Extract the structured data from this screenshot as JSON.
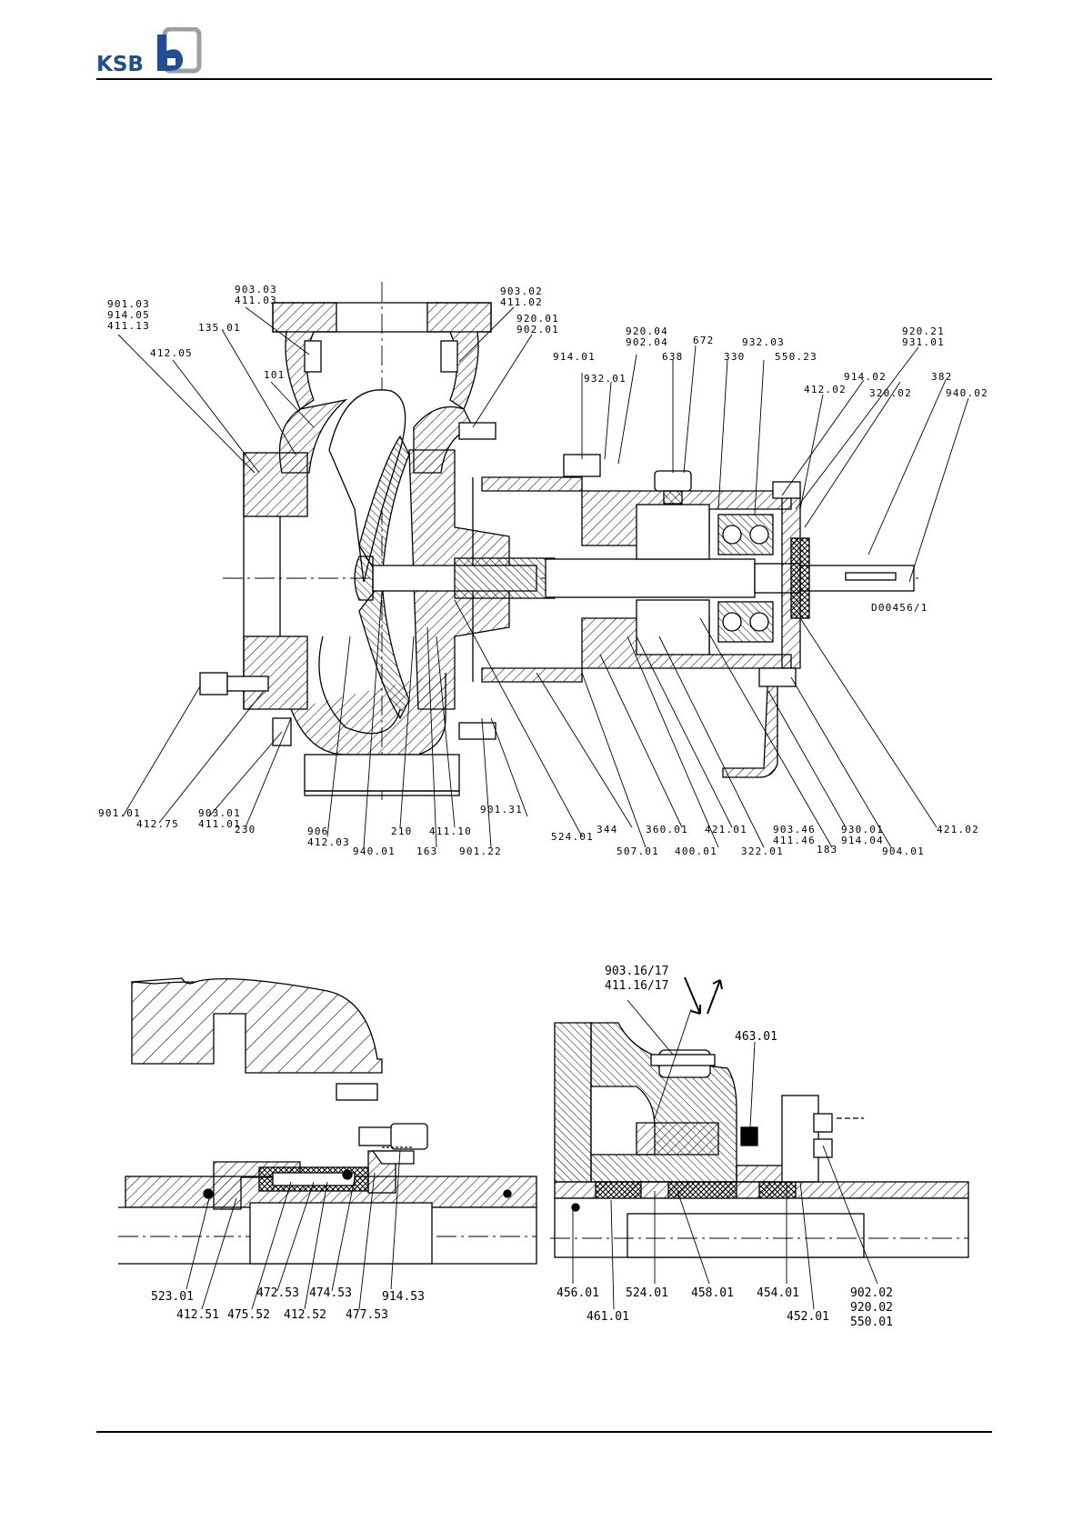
{
  "brand": {
    "name": "KSB",
    "color": "#1d4e96"
  },
  "main_drawing": {
    "code": "D00456/1",
    "labels": [
      {
        "id": "l-901-03",
        "text": "901.03"
      },
      {
        "id": "l-914-05",
        "text": "914.05"
      },
      {
        "id": "l-411-13",
        "text": "411.13"
      },
      {
        "id": "l-903-03",
        "text": "903.03"
      },
      {
        "id": "l-411-03",
        "text": "411.03"
      },
      {
        "id": "l-135-01",
        "text": "135.01"
      },
      {
        "id": "l-412-05",
        "text": "412.05"
      },
      {
        "id": "l-101",
        "text": "101"
      },
      {
        "id": "l-903-02",
        "text": "903.02"
      },
      {
        "id": "l-411-02",
        "text": "411.02"
      },
      {
        "id": "l-920-01",
        "text": "920.01"
      },
      {
        "id": "l-902-01",
        "text": "902.01"
      },
      {
        "id": "l-920-04",
        "text": "920.04"
      },
      {
        "id": "l-902-04",
        "text": "902.04"
      },
      {
        "id": "l-672",
        "text": "672"
      },
      {
        "id": "l-914-01",
        "text": "914.01"
      },
      {
        "id": "l-638",
        "text": "638"
      },
      {
        "id": "l-330",
        "text": "330"
      },
      {
        "id": "l-932-03",
        "text": "932.03"
      },
      {
        "id": "l-550-23",
        "text": "550.23"
      },
      {
        "id": "l-932-01",
        "text": "932.01"
      },
      {
        "id": "l-920-21",
        "text": "920.21"
      },
      {
        "id": "l-931-01",
        "text": "931.01"
      },
      {
        "id": "l-914-02",
        "text": "914.02"
      },
      {
        "id": "l-382",
        "text": "382"
      },
      {
        "id": "l-412-02",
        "text": "412.02"
      },
      {
        "id": "l-320-02",
        "text": "320.02"
      },
      {
        "id": "l-940-02",
        "text": "940.02"
      },
      {
        "id": "l-901-01",
        "text": "901.01"
      },
      {
        "id": "l-412-75",
        "text": "412.75"
      },
      {
        "id": "l-903-01",
        "text": "903.01"
      },
      {
        "id": "l-411-01",
        "text": "411.01"
      },
      {
        "id": "l-230",
        "text": "230"
      },
      {
        "id": "l-906",
        "text": "906"
      },
      {
        "id": "l-412-03",
        "text": "412.03"
      },
      {
        "id": "l-940-01",
        "text": "940.01"
      },
      {
        "id": "l-210",
        "text": "210"
      },
      {
        "id": "l-163",
        "text": "163"
      },
      {
        "id": "l-411-10",
        "text": "411.10"
      },
      {
        "id": "l-901-22",
        "text": "901.22"
      },
      {
        "id": "l-901-31",
        "text": "901.31"
      },
      {
        "id": "l-524-01",
        "text": "524.01"
      },
      {
        "id": "l-344",
        "text": "344"
      },
      {
        "id": "l-507-01",
        "text": "507.01"
      },
      {
        "id": "l-360-01",
        "text": "360.01"
      },
      {
        "id": "l-400-01",
        "text": "400.01"
      },
      {
        "id": "l-421-01",
        "text": "421.01"
      },
      {
        "id": "l-322-01",
        "text": "322.01"
      },
      {
        "id": "l-903-46",
        "text": "903.46"
      },
      {
        "id": "l-411-46",
        "text": "411.46"
      },
      {
        "id": "l-183",
        "text": "183"
      },
      {
        "id": "l-930-01",
        "text": "930.01"
      },
      {
        "id": "l-914-04",
        "text": "914.04"
      },
      {
        "id": "l-904-01",
        "text": "904.01"
      },
      {
        "id": "l-421-02",
        "text": "421.02"
      }
    ]
  },
  "seal_detail": {
    "labels": [
      {
        "id": "s-523-01",
        "text": "523.01"
      },
      {
        "id": "s-412-51",
        "text": "412.51"
      },
      {
        "id": "s-475-52",
        "text": "475.52"
      },
      {
        "id": "s-472-53",
        "text": "472.53"
      },
      {
        "id": "s-412-52",
        "text": "412.52"
      },
      {
        "id": "s-474-53",
        "text": "474.53"
      },
      {
        "id": "s-477-53",
        "text": "477.53"
      },
      {
        "id": "s-914-53",
        "text": "914.53"
      }
    ]
  },
  "packing_detail": {
    "labels": [
      {
        "id": "p-903-16",
        "text": "903.16/17"
      },
      {
        "id": "p-411-16",
        "text": "411.16/17"
      },
      {
        "id": "p-463-01",
        "text": "463.01"
      },
      {
        "id": "p-456-01",
        "text": "456.01"
      },
      {
        "id": "p-461-01",
        "text": "461.01"
      },
      {
        "id": "p-524-01",
        "text": "524.01"
      },
      {
        "id": "p-458-01",
        "text": "458.01"
      },
      {
        "id": "p-454-01",
        "text": "454.01"
      },
      {
        "id": "p-452-01",
        "text": "452.01"
      },
      {
        "id": "p-902-02",
        "text": "902.02"
      },
      {
        "id": "p-920-02",
        "text": "920.02"
      },
      {
        "id": "p-550-01",
        "text": "550.01"
      }
    ]
  }
}
